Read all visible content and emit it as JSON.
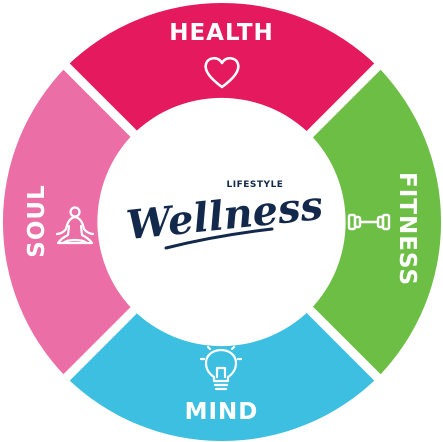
{
  "title": {
    "small": "LIFESTYLE",
    "big": "Wellness"
  },
  "segments": [
    {
      "id": "health",
      "label": "HEALTH",
      "icon": "heart-icon",
      "color": "#e5195e"
    },
    {
      "id": "fitness",
      "label": "FITNESS",
      "icon": "dumbbell-icon",
      "color": "#6cbe45"
    },
    {
      "id": "mind",
      "label": "MIND",
      "icon": "lightbulb-icon",
      "color": "#3cbfe0"
    },
    {
      "id": "soul",
      "label": "SOUL",
      "icon": "meditation-icon",
      "color": "#ec6ea6"
    }
  ],
  "colors": {
    "text_dark": "#13294b",
    "icon_white": "#ffffff"
  }
}
